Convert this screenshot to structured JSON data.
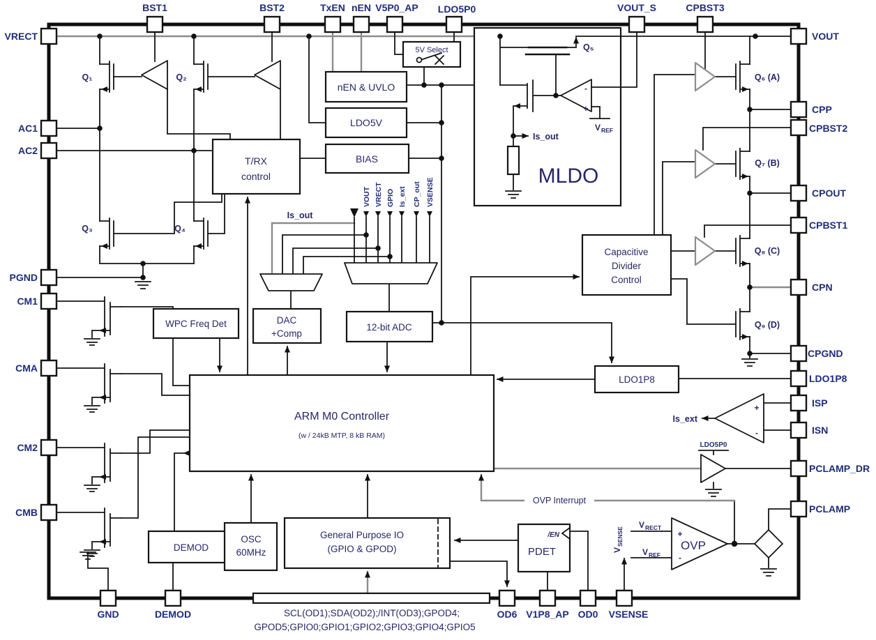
{
  "pins": {
    "top": [
      "BST1",
      "BST2",
      "TxEN",
      "nEN",
      "V5P0_AP",
      "LDO5P0",
      "VOUT_S",
      "CPBST3"
    ],
    "left": [
      "VRECT",
      "AC1",
      "AC2",
      "PGND",
      "CM1",
      "CMA",
      "CM2",
      "CMB"
    ],
    "right": [
      "VOUT",
      "CPP",
      "CPBST2",
      "CPOUT",
      "CPBST1",
      "CPN",
      "CPGND",
      "LDO1P8",
      "ISP",
      "ISN",
      "PCLAMP_DR",
      "PCLAMP"
    ],
    "bottom": [
      "GND",
      "DEMOD",
      "OD6",
      "V1P8_AP",
      "OD0",
      "VSENSE"
    ]
  },
  "blocks": {
    "trx1": "T/RX",
    "trx2": "control",
    "nen": "nEN & UVLO",
    "ldo5v": "LDO5V",
    "bias": "BIAS",
    "sel5v": "5V Select",
    "mldo": "MLDO",
    "cap1": "Capacitive",
    "cap2": "Divider",
    "cap3": "Control",
    "wpc": "WPC Freq Det",
    "dac1": "DAC",
    "dac2": "+Comp",
    "adc": "12-bit ADC",
    "arm1": "ARM M0 Controller",
    "arm2": "(w / 24kB MTP, 8 kB RAM)",
    "ldo1p8": "LDO1P8",
    "demod": "DEMOD",
    "osc1": "OSC",
    "osc2": "60MHz",
    "gpio1": "General Purpose IO",
    "gpio2": "(GPIO & GPOD)",
    "pdet": "PDET",
    "pdet_en": "/EN"
  },
  "transistors": {
    "q1": "Q₁",
    "q2": "Q₂",
    "q3": "Q₃",
    "q4": "Q₄",
    "q5": "Q₅",
    "q6": "Q₆ (A)",
    "q7": "Q₇ (B)",
    "q8": "Q₈ (C)",
    "q9": "Q₉ (D)"
  },
  "signals": {
    "is_out": "Is_out",
    "is_out_mux": "Is_out",
    "is_ext": "Is_ext",
    "ovp": "OVP",
    "ovp_interrupt": "OVP Interrupt",
    "ldo5p0_rail": "LDO5P0",
    "bus1": "SCL(OD1);SDA(OD2);/INT(OD3);GPOD4;",
    "bus2": "GPOD5;GPIO0;GPIO1;GPIO2;GPIO3;GPIO4;GPIO5"
  },
  "mux_inputs": [
    "VOUT",
    "VRECT",
    "GPIO",
    "Is_ext",
    "CP_out",
    "VSENSE"
  ],
  "volt": {
    "v": "V",
    "rect": "RECT",
    "ref": "REF",
    "sense": "SENSE"
  },
  "signs": {
    "plus": "+",
    "minus": "-"
  },
  "colors": {
    "wire": "#141414",
    "gray": "#8c8c8c",
    "label": "#1f2d7a",
    "block_text": "#26266a"
  }
}
